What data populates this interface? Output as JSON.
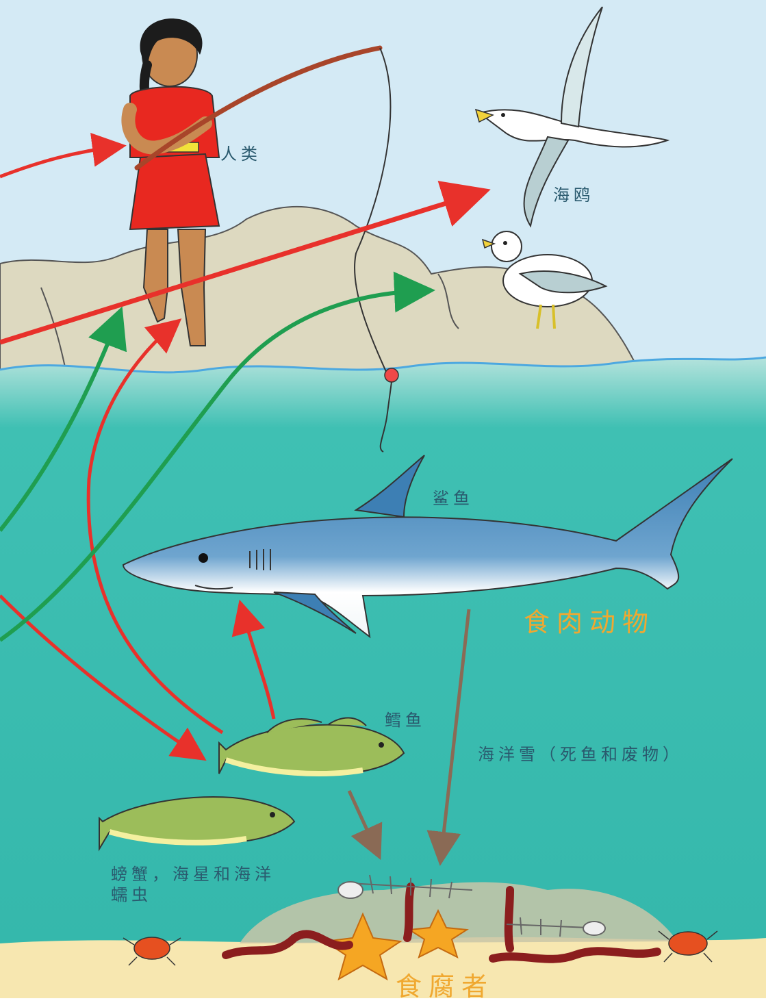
{
  "labels": {
    "human": "人类",
    "seagull": "海鸥",
    "shark": "鲨鱼",
    "carnivores": "食肉动物",
    "cod": "鳕鱼",
    "marine_snow": "海洋雪（死鱼和废物）",
    "bottom_dwellers": "螃蟹，海星和海洋蠕虫",
    "scavengers": "食腐者"
  },
  "colors": {
    "sky": "#d4eaf5",
    "sea_top": "#a8ddd8",
    "sea": "#3bbcb0",
    "sand": "#f7e7b0",
    "rock": "#ddd9c0",
    "red_arrow": "#e8312b",
    "green_arrow": "#1f9e50",
    "brown_arrow": "#8a6a55",
    "title_orange": "#f0a830",
    "label_blue": "#2a5a6e"
  }
}
